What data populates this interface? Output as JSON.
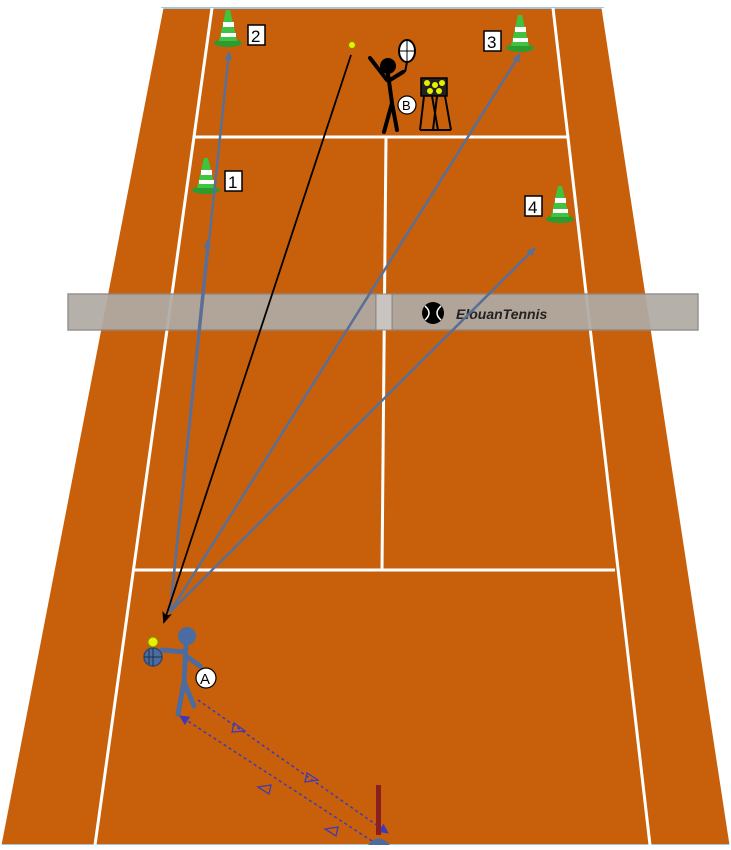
{
  "net": {
    "brand": "ElouanTennis"
  },
  "cones": [
    {
      "label": "1"
    },
    {
      "label": "2"
    },
    {
      "label": "3"
    },
    {
      "label": "4"
    }
  ],
  "players": {
    "a": {
      "label": "A"
    },
    "b": {
      "label": "B"
    }
  },
  "colors": {
    "court": "#c8600b",
    "lines": "#ffffff",
    "trajectory": "#5a6f96",
    "feed_line": "#000000",
    "movement": "#3d39b8",
    "cone": "#3fc43f",
    "player_a": "#4a6ca0",
    "player_b": "#000000",
    "ball": "#e8f000",
    "net": "#b0aaa4"
  }
}
